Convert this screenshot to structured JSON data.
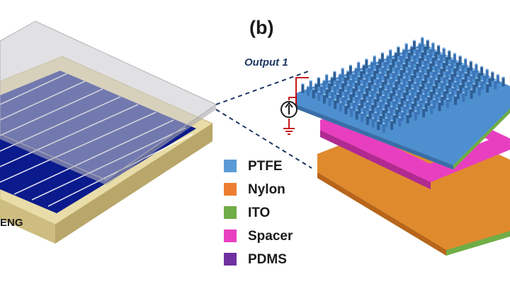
{
  "panel_label": "(b)",
  "output_label": "Output 1",
  "teng_label": "ENG",
  "colors": {
    "ptfe": "#5b9bd5",
    "nylon": "#ed7d31",
    "ito": "#70ad47",
    "spacer": "#e83fc0",
    "pdms": "#7030a0",
    "frame": "#e8dca8",
    "cell": "#0b1a8c",
    "wire": "#c00000",
    "dash": "#1f3864"
  },
  "legend": [
    {
      "label": "PTFE",
      "color": "#5b9bd5"
    },
    {
      "label": "Nylon",
      "color": "#ed7d31"
    },
    {
      "label": "ITO",
      "color": "#70ad47"
    },
    {
      "label": "Spacer",
      "color": "#e83fc0"
    },
    {
      "label": "PDMS",
      "color": "#7030a0"
    }
  ]
}
